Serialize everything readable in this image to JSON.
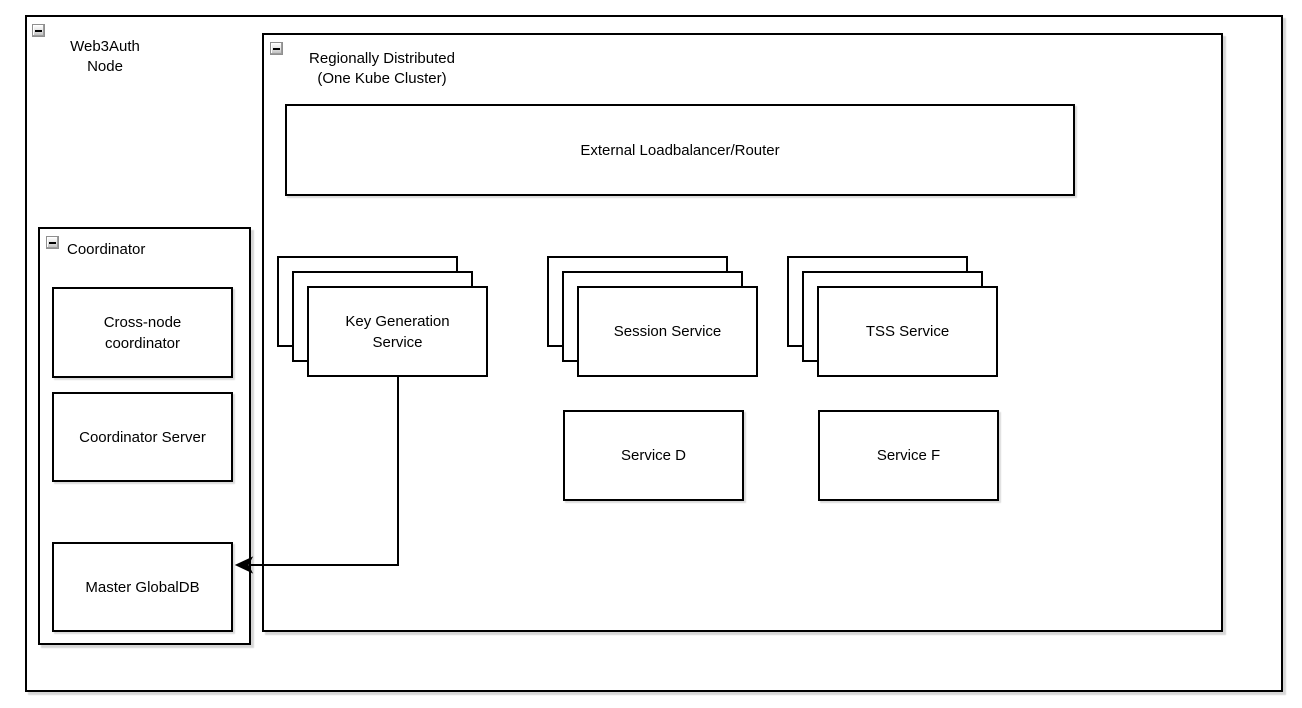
{
  "colors": {
    "border": "#000000",
    "canvas_background": "#ffffff",
    "box_fill": "#ffffff",
    "shadow": "rgba(0,0,0,0.16)"
  },
  "web3auth_node": {
    "label_lines": [
      "Web3Auth",
      "Node"
    ],
    "collapse_icon": "minus-collapse-icon"
  },
  "region": {
    "label_lines": [
      "Regionally Distributed",
      "(One Kube Cluster)"
    ],
    "collapse_icon": "minus-collapse-icon"
  },
  "loadbalancer": {
    "label": "External Loadbalancer/Router"
  },
  "service_stacks": [
    {
      "id": "key-generation-service",
      "label_lines": [
        "Key Generation",
        "Service"
      ],
      "replicas_shown": 3
    },
    {
      "id": "session-service",
      "label_lines": [
        "Session Service"
      ],
      "replicas_shown": 3
    },
    {
      "id": "tss-service",
      "label_lines": [
        "TSS Service"
      ],
      "replicas_shown": 3
    }
  ],
  "single_services": [
    {
      "id": "service-d",
      "label": "Service D"
    },
    {
      "id": "service-f",
      "label": "Service F"
    }
  ],
  "coordinator": {
    "label": "Coordinator",
    "collapse_icon": "minus-collapse-icon",
    "boxes": [
      {
        "id": "cross-node-coordinator",
        "label_lines": [
          "Cross-node",
          "coordinator"
        ]
      },
      {
        "id": "coordinator-server",
        "label_lines": [
          "Coordinator Server"
        ]
      },
      {
        "id": "master-globaldb",
        "label_lines": [
          "Master GlobalDB"
        ]
      }
    ]
  },
  "connection": {
    "from": "Key Generation Service",
    "to": "Master GlobalDB",
    "style": "orthogonal-arrow"
  }
}
